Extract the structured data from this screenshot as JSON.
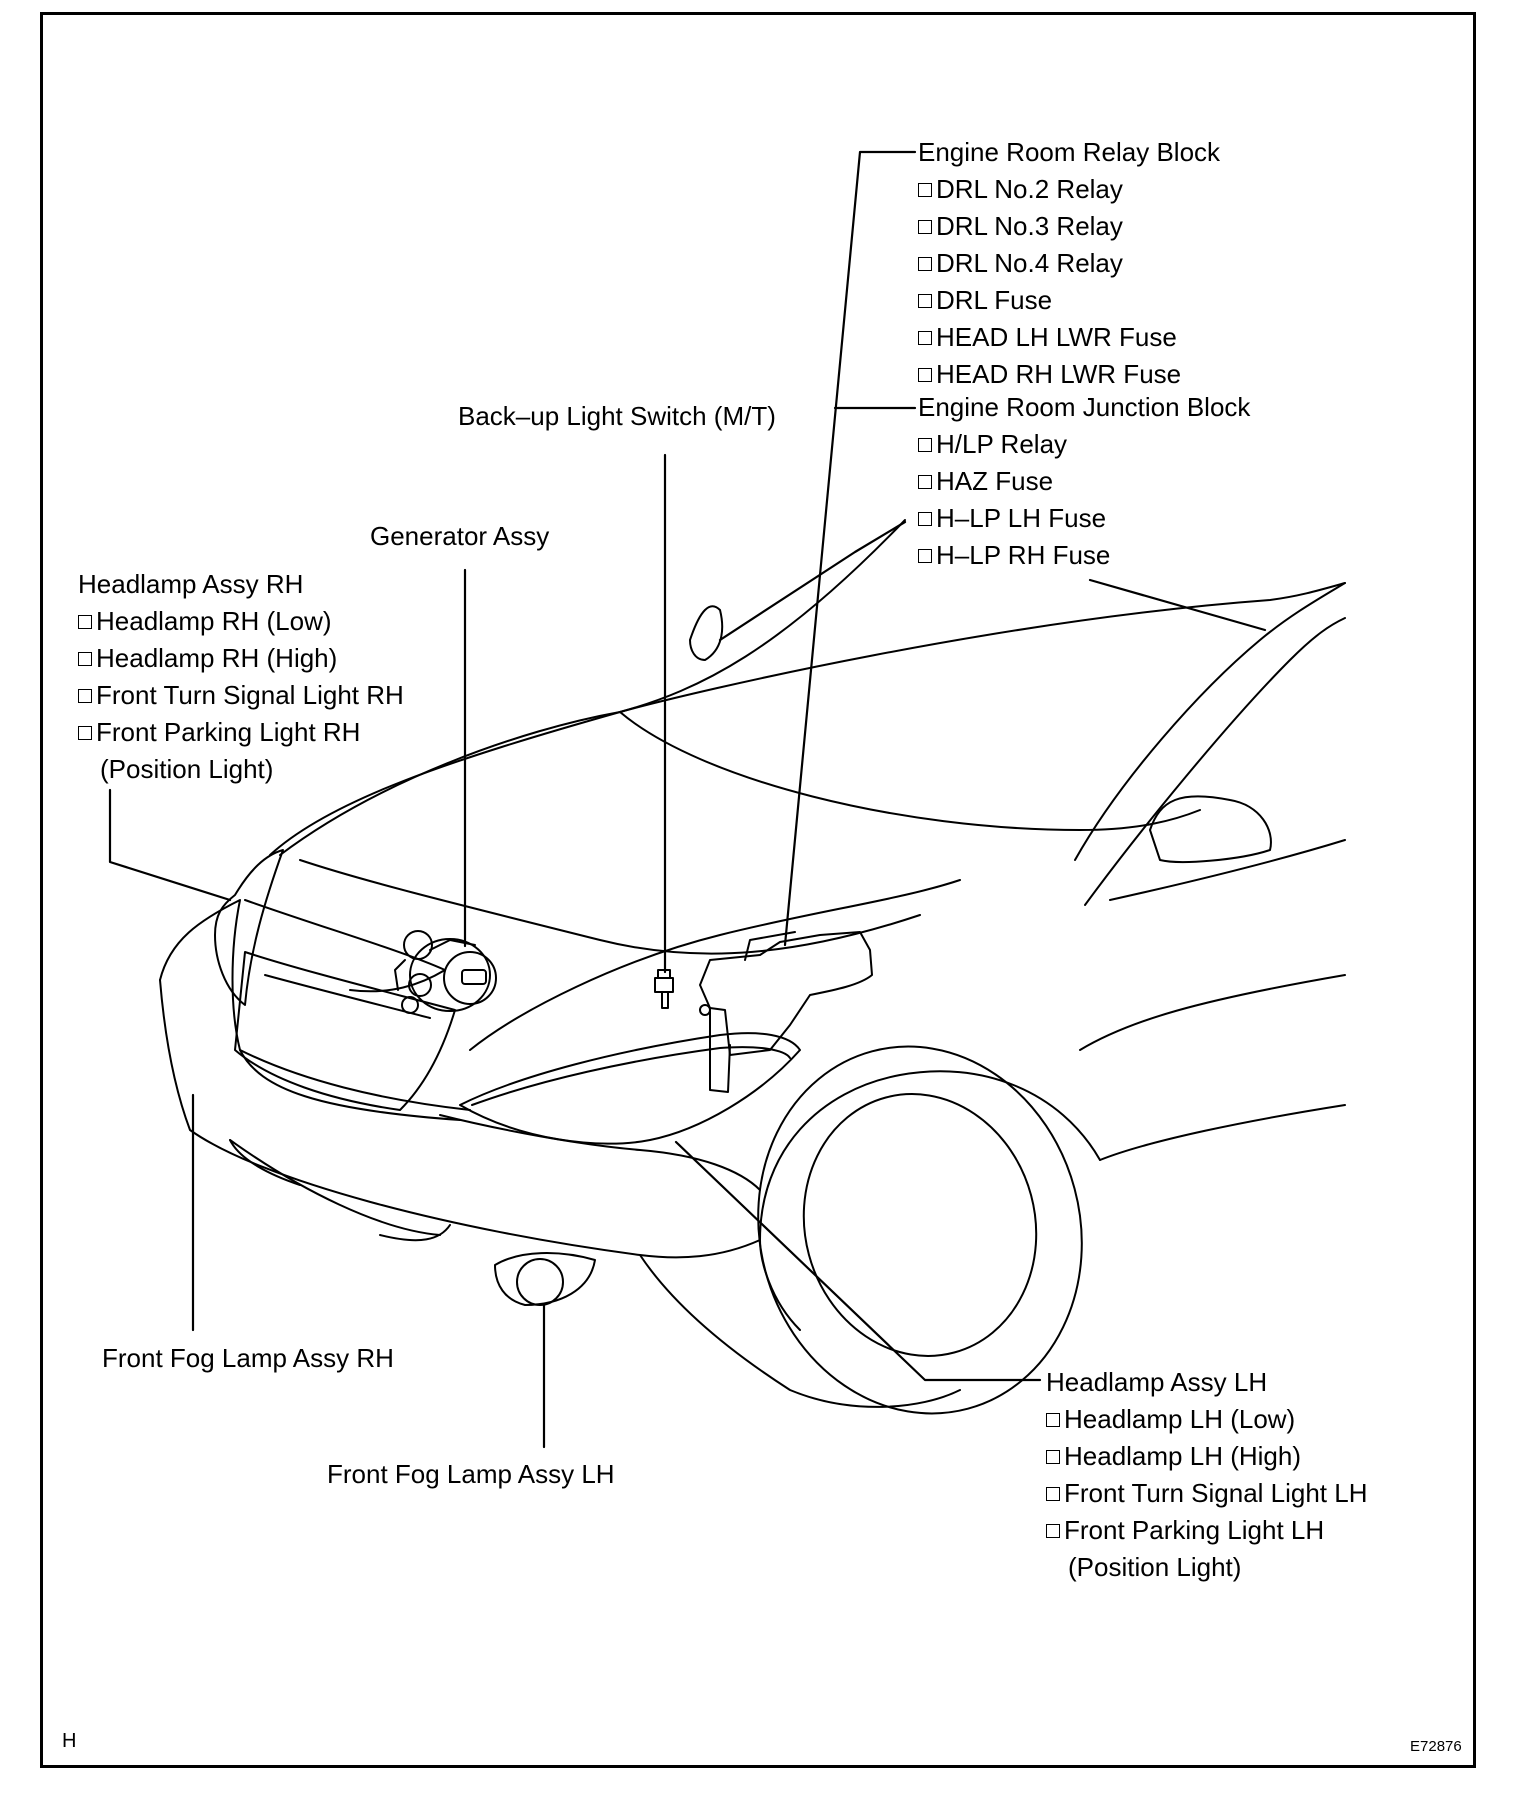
{
  "engine_room_relay_block": {
    "title": "Engine Room Relay Block",
    "items": [
      "DRL No.2 Relay",
      "DRL No.3 Relay",
      "DRL No.4 Relay",
      "DRL Fuse",
      "HEAD LH LWR Fuse",
      "HEAD RH LWR Fuse"
    ]
  },
  "engine_room_junction_block": {
    "title": "Engine Room Junction Block",
    "items": [
      "H/LP Relay",
      "HAZ Fuse",
      "H–LP LH Fuse",
      "H–LP RH Fuse"
    ]
  },
  "backup_light_switch": {
    "title": "Back–up Light Switch (M/T)"
  },
  "generator": {
    "title": "Generator Assy"
  },
  "headlamp_rh": {
    "title": "Headlamp Assy RH",
    "items": [
      "Headlamp RH (Low)",
      "Headlamp RH (High)",
      "Front Turn Signal Light RH",
      "Front Parking Light RH"
    ],
    "note": "(Position Light)"
  },
  "headlamp_lh": {
    "title": "Headlamp Assy LH",
    "items": [
      "Headlamp LH (Low)",
      "Headlamp LH (High)",
      "Front Turn Signal Light LH",
      "Front Parking Light LH"
    ],
    "note": "(Position Light)"
  },
  "fog_rh": {
    "title": "Front Fog Lamp Assy RH"
  },
  "fog_lh": {
    "title": "Front Fog Lamp Assy LH"
  },
  "corner_left": "H",
  "figure_code": "E72876"
}
